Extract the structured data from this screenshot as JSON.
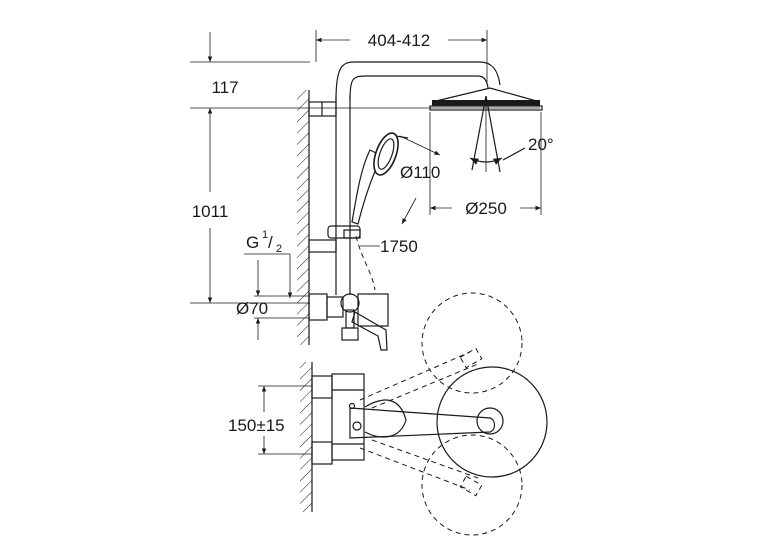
{
  "dimensions": {
    "width": "404-412",
    "top_offset": "117",
    "height": "1011",
    "thread": "G",
    "thread_frac_num": "1",
    "thread_frac_den": "2",
    "flange_dia": "Ø70",
    "hand_shower_dia": "Ø110",
    "head_shower_dia": "Ø250",
    "angle": "20°",
    "hose_length": "1750",
    "center_distance": "150±15"
  }
}
